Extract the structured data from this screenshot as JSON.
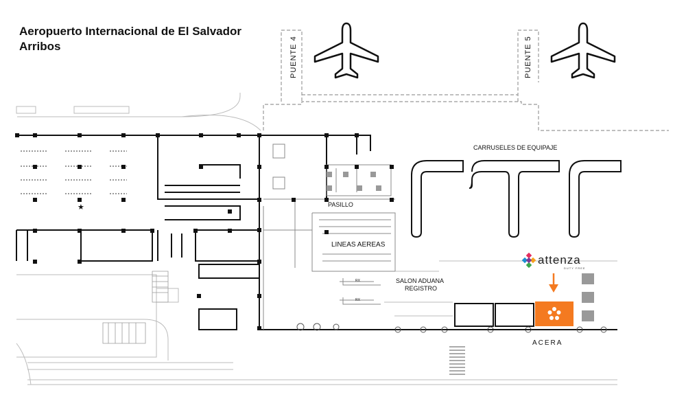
{
  "header": {
    "title_line1": "Aeropuerto Internacional de El Salvador",
    "title_line2": "Arribos"
  },
  "gates": {
    "gate4_label": "PUENTE 4",
    "gate5_label": "PUENTE 5"
  },
  "areas": {
    "baggage_label": "CARRUSELES DE EQUIPAJE",
    "corridor_label": "PASILLO",
    "airlines_label": "LINEAS AEREAS",
    "customs_line1": "SALON ADUANA",
    "customs_line2": "REGISTRO",
    "sidewalk_label": "ACERA",
    "rx_label": "RX"
  },
  "brand": {
    "name": "attenza",
    "tagline": "DUTY FREE",
    "accent_color": "#f47a20"
  },
  "icons": {
    "airplane": "airplane-icon",
    "arrow": "arrow-down-icon",
    "logo": "attenza-logo-icon"
  }
}
